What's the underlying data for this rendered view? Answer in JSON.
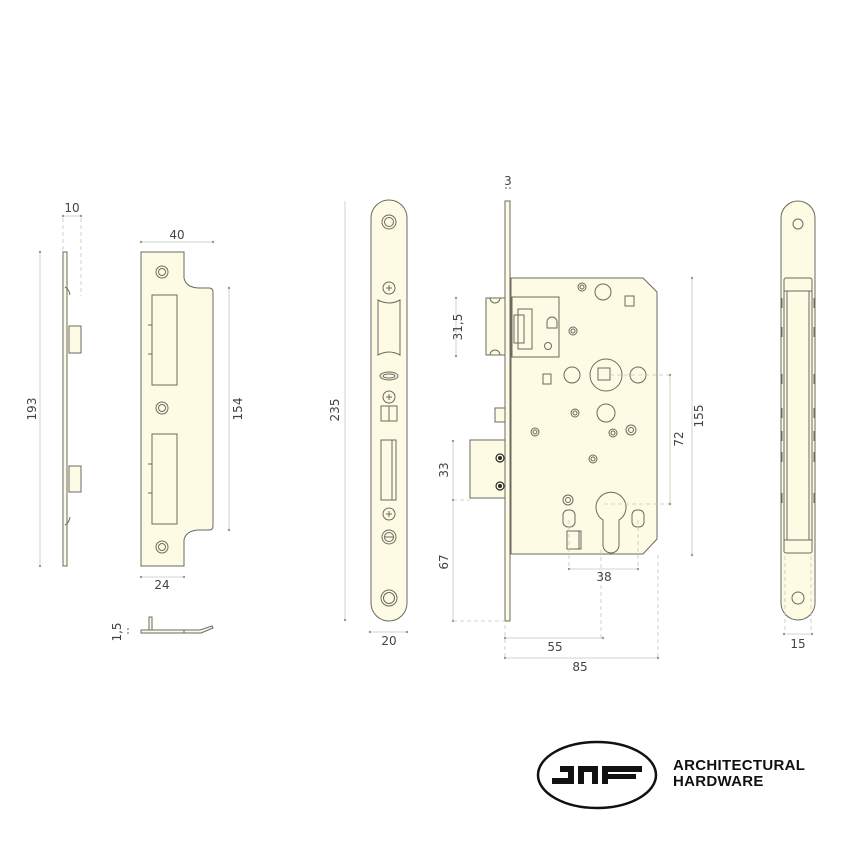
{
  "colors": {
    "fill": "#fdfbe3",
    "outline": "#6a6a60",
    "dim_line": "#bdbdb0",
    "text": "#444444",
    "logo": "#111111"
  },
  "views": {
    "strike_side": {
      "name": "Strike plate side view",
      "dims": {
        "width": "10",
        "height": "193"
      }
    },
    "strike_front": {
      "name": "Strike plate front view",
      "dims": {
        "width_top": "40",
        "height": "154",
        "width_bottom": "24"
      }
    },
    "strike_profile": {
      "name": "Strike plate profile",
      "dims": {
        "thickness": "1,5"
      }
    },
    "faceplate": {
      "name": "Faceplate front view",
      "dims": {
        "height": "235",
        "width": "20"
      }
    },
    "lock_body": {
      "name": "Lock body side view",
      "dims": {
        "faceplate_thickness": "3",
        "latch_height": "31,5",
        "deadbolt_height": "33",
        "bottom_offset": "67",
        "centre_distance": "72",
        "case_height": "155",
        "fixing_spacing": "38",
        "backset": "55",
        "case_depth": "85"
      }
    },
    "edge_view": {
      "name": "Lock edge view",
      "dims": {
        "width": "15"
      }
    }
  },
  "logo": {
    "brand": "JNF",
    "line1": "ARCHITECTURAL",
    "line2": "HARDWARE"
  }
}
